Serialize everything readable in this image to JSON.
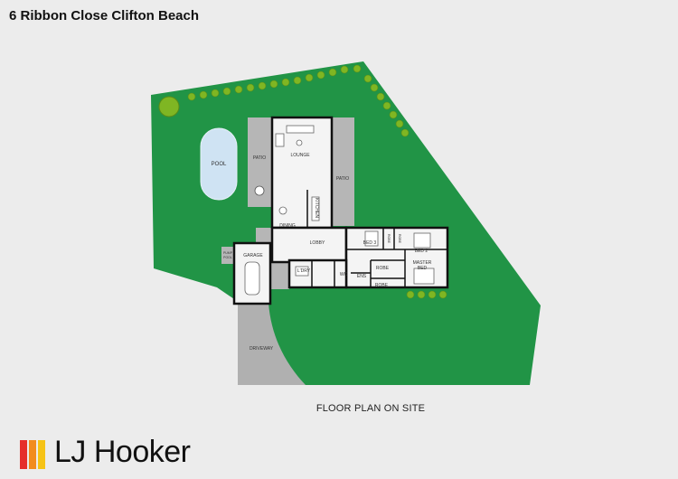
{
  "title": "6 Ribbon Close Clifton Beach",
  "caption": "FLOOR PLAN ON SITE",
  "brand": {
    "name": "LJ Hooker",
    "colors": [
      "#e52e2b",
      "#f28c1e",
      "#f6c316"
    ]
  },
  "colors": {
    "lawn": "#219446",
    "pool": "#cfe3f3",
    "paving": "#b6b6b6",
    "wall": "#111111",
    "floor": "#f4f4f4",
    "hedge": "#7fb623"
  },
  "labels": {
    "pool": "POOL",
    "patio_left": "PATIO",
    "patio_right": "PATIO",
    "lounge": "LOUNGE",
    "kitchen": "KITCHEN",
    "dining": "DINING",
    "lobby": "LOBBY",
    "bed3": "BED 3",
    "robe_a": "ROBE",
    "robe_b": "ROBE",
    "bed2": "BED 2",
    "master_bed_line1": "MASTER",
    "master_bed_line2": "BED",
    "robe_c": "ROBE",
    "robe_d": "ROBE",
    "ens": "ENS",
    "wc": "WC",
    "ldry": "L'DRY",
    "garage": "GARAGE",
    "pump_line1": "PUMP",
    "pump_line2": "POOL",
    "driveway": "DRIVEWAY"
  }
}
